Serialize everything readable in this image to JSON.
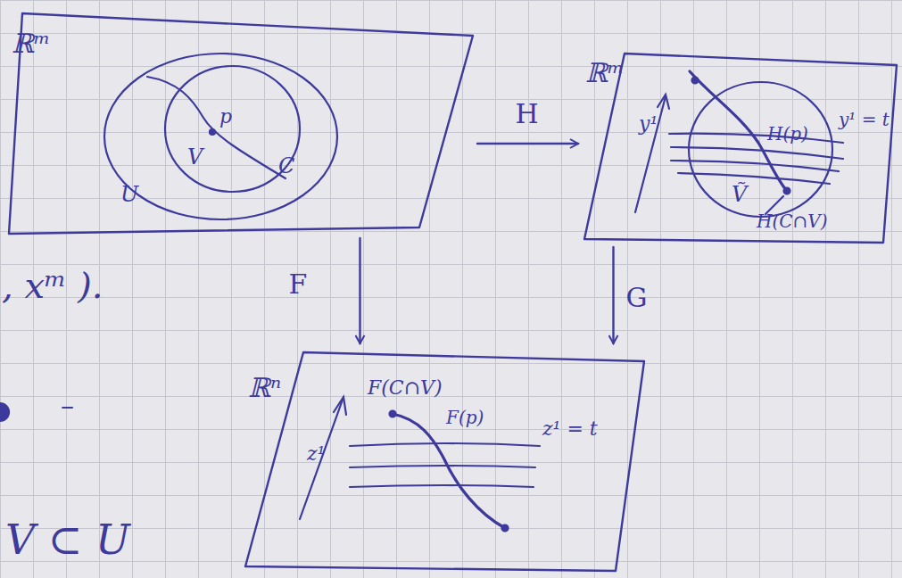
{
  "diagram": {
    "nodes": [
      {
        "text": [
          "ℝᵐ"
        ]
      },
      {
        "text": [
          "U"
        ],
        "in": 0
      },
      {
        "text": [
          "V"
        ],
        "in": 1
      },
      {
        "text": [
          "ℝᵐ"
        ]
      },
      {
        "text": [
          "Ṽ"
        ],
        "in": 3
      },
      {
        "text": [
          "ℝⁿ"
        ]
      }
    ],
    "edges": [
      {
        "from": 0,
        "to": 3,
        "label": "H",
        "arrow": "to"
      },
      {
        "from": 0,
        "to": 5,
        "label": "F",
        "arrow": "to"
      },
      {
        "from": 3,
        "to": 5,
        "label": "G",
        "arrow": "to"
      }
    ],
    "labels": [
      "C",
      "p",
      "y¹",
      "H(p)",
      "y¹ = t",
      "H(C∩V)",
      "z¹",
      "F(C∩V)",
      "F(p)",
      "z¹ = t",
      ", xᵐ ).",
      "V ⊂ U",
      "–"
    ]
  }
}
